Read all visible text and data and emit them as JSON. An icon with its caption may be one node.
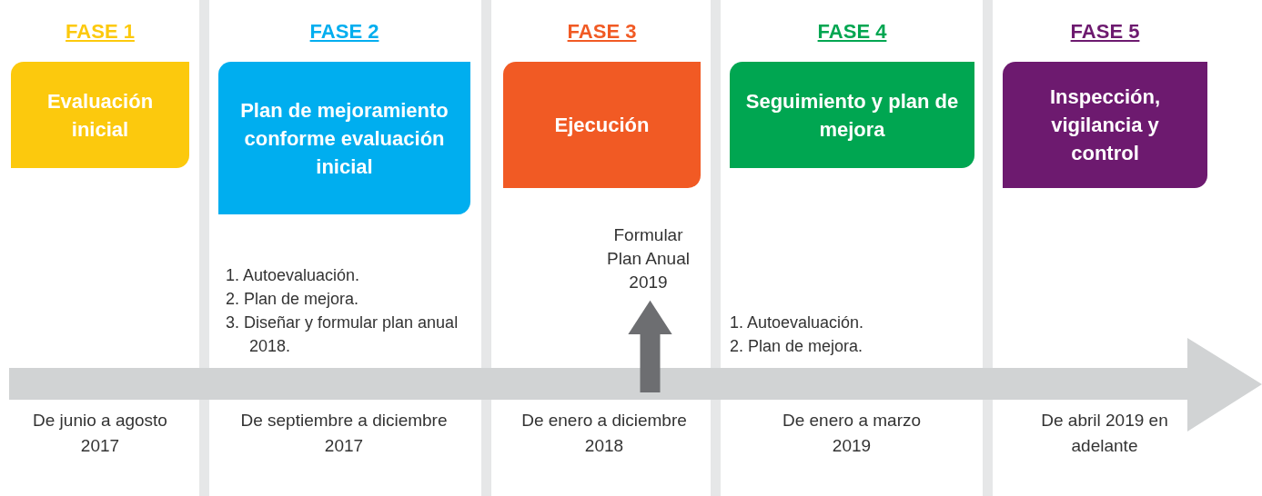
{
  "diagram": {
    "nodes": [
      {
        "text": [
          "FASE 1",
          "Evaluación inicial"
        ]
      },
      {
        "text": [
          "FASE 2",
          "Plan de mejoramiento conforme evaluación inicial"
        ]
      },
      {
        "text": [
          "FASE 3",
          "Ejecución"
        ]
      },
      {
        "text": [
          "FASE 4",
          "Seguimiento y plan de mejora"
        ]
      },
      {
        "text": [
          "FASE 5",
          "Inspección, vigilancia y control"
        ]
      },
      {
        "text": [
          "Formular Plan Anual 2019"
        ]
      }
    ],
    "edges": [
      {
        "from": null,
        "to": 5,
        "arrow": "to"
      }
    ],
    "labels": [
      "1. Autoevaluación.",
      "2. Plan de mejora.",
      "3. Diseñar y formular plan anual 2018.",
      "1. Autoevaluación.",
      "2. Plan de mejora.",
      "De junio a agosto 2017",
      "De septiembre a diciembre 2017",
      "De enero a diciembre 2018",
      "De enero a marzo 2019",
      "De abril 2019 en adelante"
    ]
  }
}
